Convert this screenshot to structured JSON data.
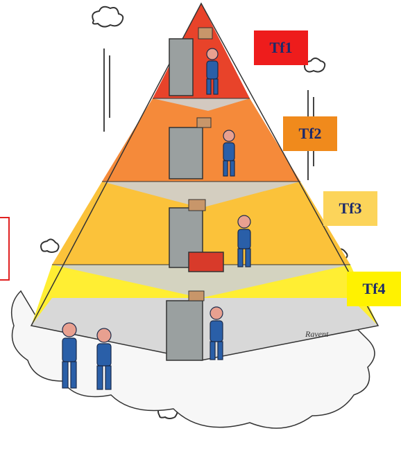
{
  "tiers": [
    {
      "label": "Tf1",
      "box_color": "#ee1c1c",
      "level_color": "#e8432a"
    },
    {
      "label": "Tf2",
      "box_color": "#f08a1c",
      "level_color": "#f58a3a"
    },
    {
      "label": "Tf3",
      "box_color": "#fcd45a",
      "level_color": "#fbc23a"
    },
    {
      "label": "Tf4",
      "box_color": "#fff200",
      "level_color": "#ffee33"
    }
  ],
  "floor_color": "#cfcfcf",
  "cabinet_color": "#9aa0a0",
  "worker_color": "#2a5fa8",
  "signature": "Ravent"
}
